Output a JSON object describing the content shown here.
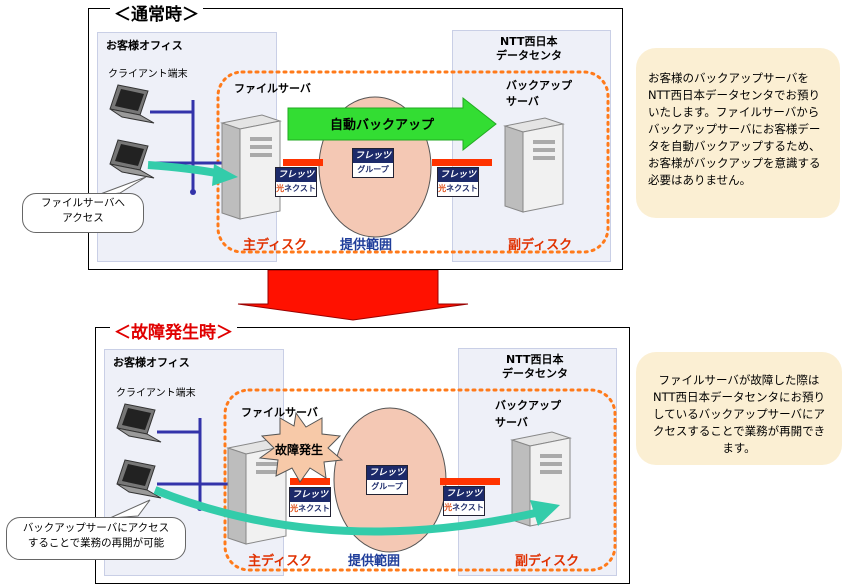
{
  "normal": {
    "title": "＜通常時＞",
    "office_label": "お客様オフィス",
    "client_label": "クライアント端末",
    "ntt_label_1": "NTT西日本",
    "ntt_label_2": "データセンタ",
    "file_server_label": "ファイルサーバ",
    "backup_server_label_1": "バックアップ",
    "backup_server_label_2": "サーバ",
    "auto_backup_label": "自動バックアップ",
    "main_disk_label": "主ディスク",
    "sub_disk_label": "副ディスク",
    "scope_label": "提供範囲",
    "callout_1": "ファイルサーバへ",
    "callout_2": "アクセス",
    "note": "お客様のバックアップサーバをNTT西日本データセンタでお預りいたします。ファイルサーバからバックアップサーバにお客様データを自動バックアップするため、お客様がバックアップを意識する必要はありません。"
  },
  "failure": {
    "title": "＜故障発生時＞",
    "office_label": "お客様オフィス",
    "client_label": "クライアント端末",
    "ntt_label_1": "NTT西日本",
    "ntt_label_2": "データセンタ",
    "file_server_label": "ファイルサーバ",
    "backup_server_label_1": "バックアップ",
    "backup_server_label_2": "サーバ",
    "burst_label": "故障発生",
    "main_disk_label": "主ディスク",
    "sub_disk_label": "副ディスク",
    "scope_label": "提供範囲",
    "callout_1": "バックアップサーバにアクセス",
    "callout_2": "することで業務の再開が可能",
    "note": "ファイルサーバが故障した際はNTT西日本データセンタにお預りしているバックアップサーバにアクセスすることで業務が再開できます。"
  },
  "flets": {
    "top": "フレッツ",
    "bottom_1": "光",
    "bottom_2": "ネクスト",
    "group": "グループ"
  },
  "colors": {
    "green_arrow": "#33cc33",
    "teal_arrow": "#33ccaa",
    "orange_dots": "#ff7a1a",
    "oval": "#f4c8b4",
    "red_bar": "#ff3300",
    "navy": "#1f2a8a",
    "big_red_arrow": "#ff1100"
  }
}
